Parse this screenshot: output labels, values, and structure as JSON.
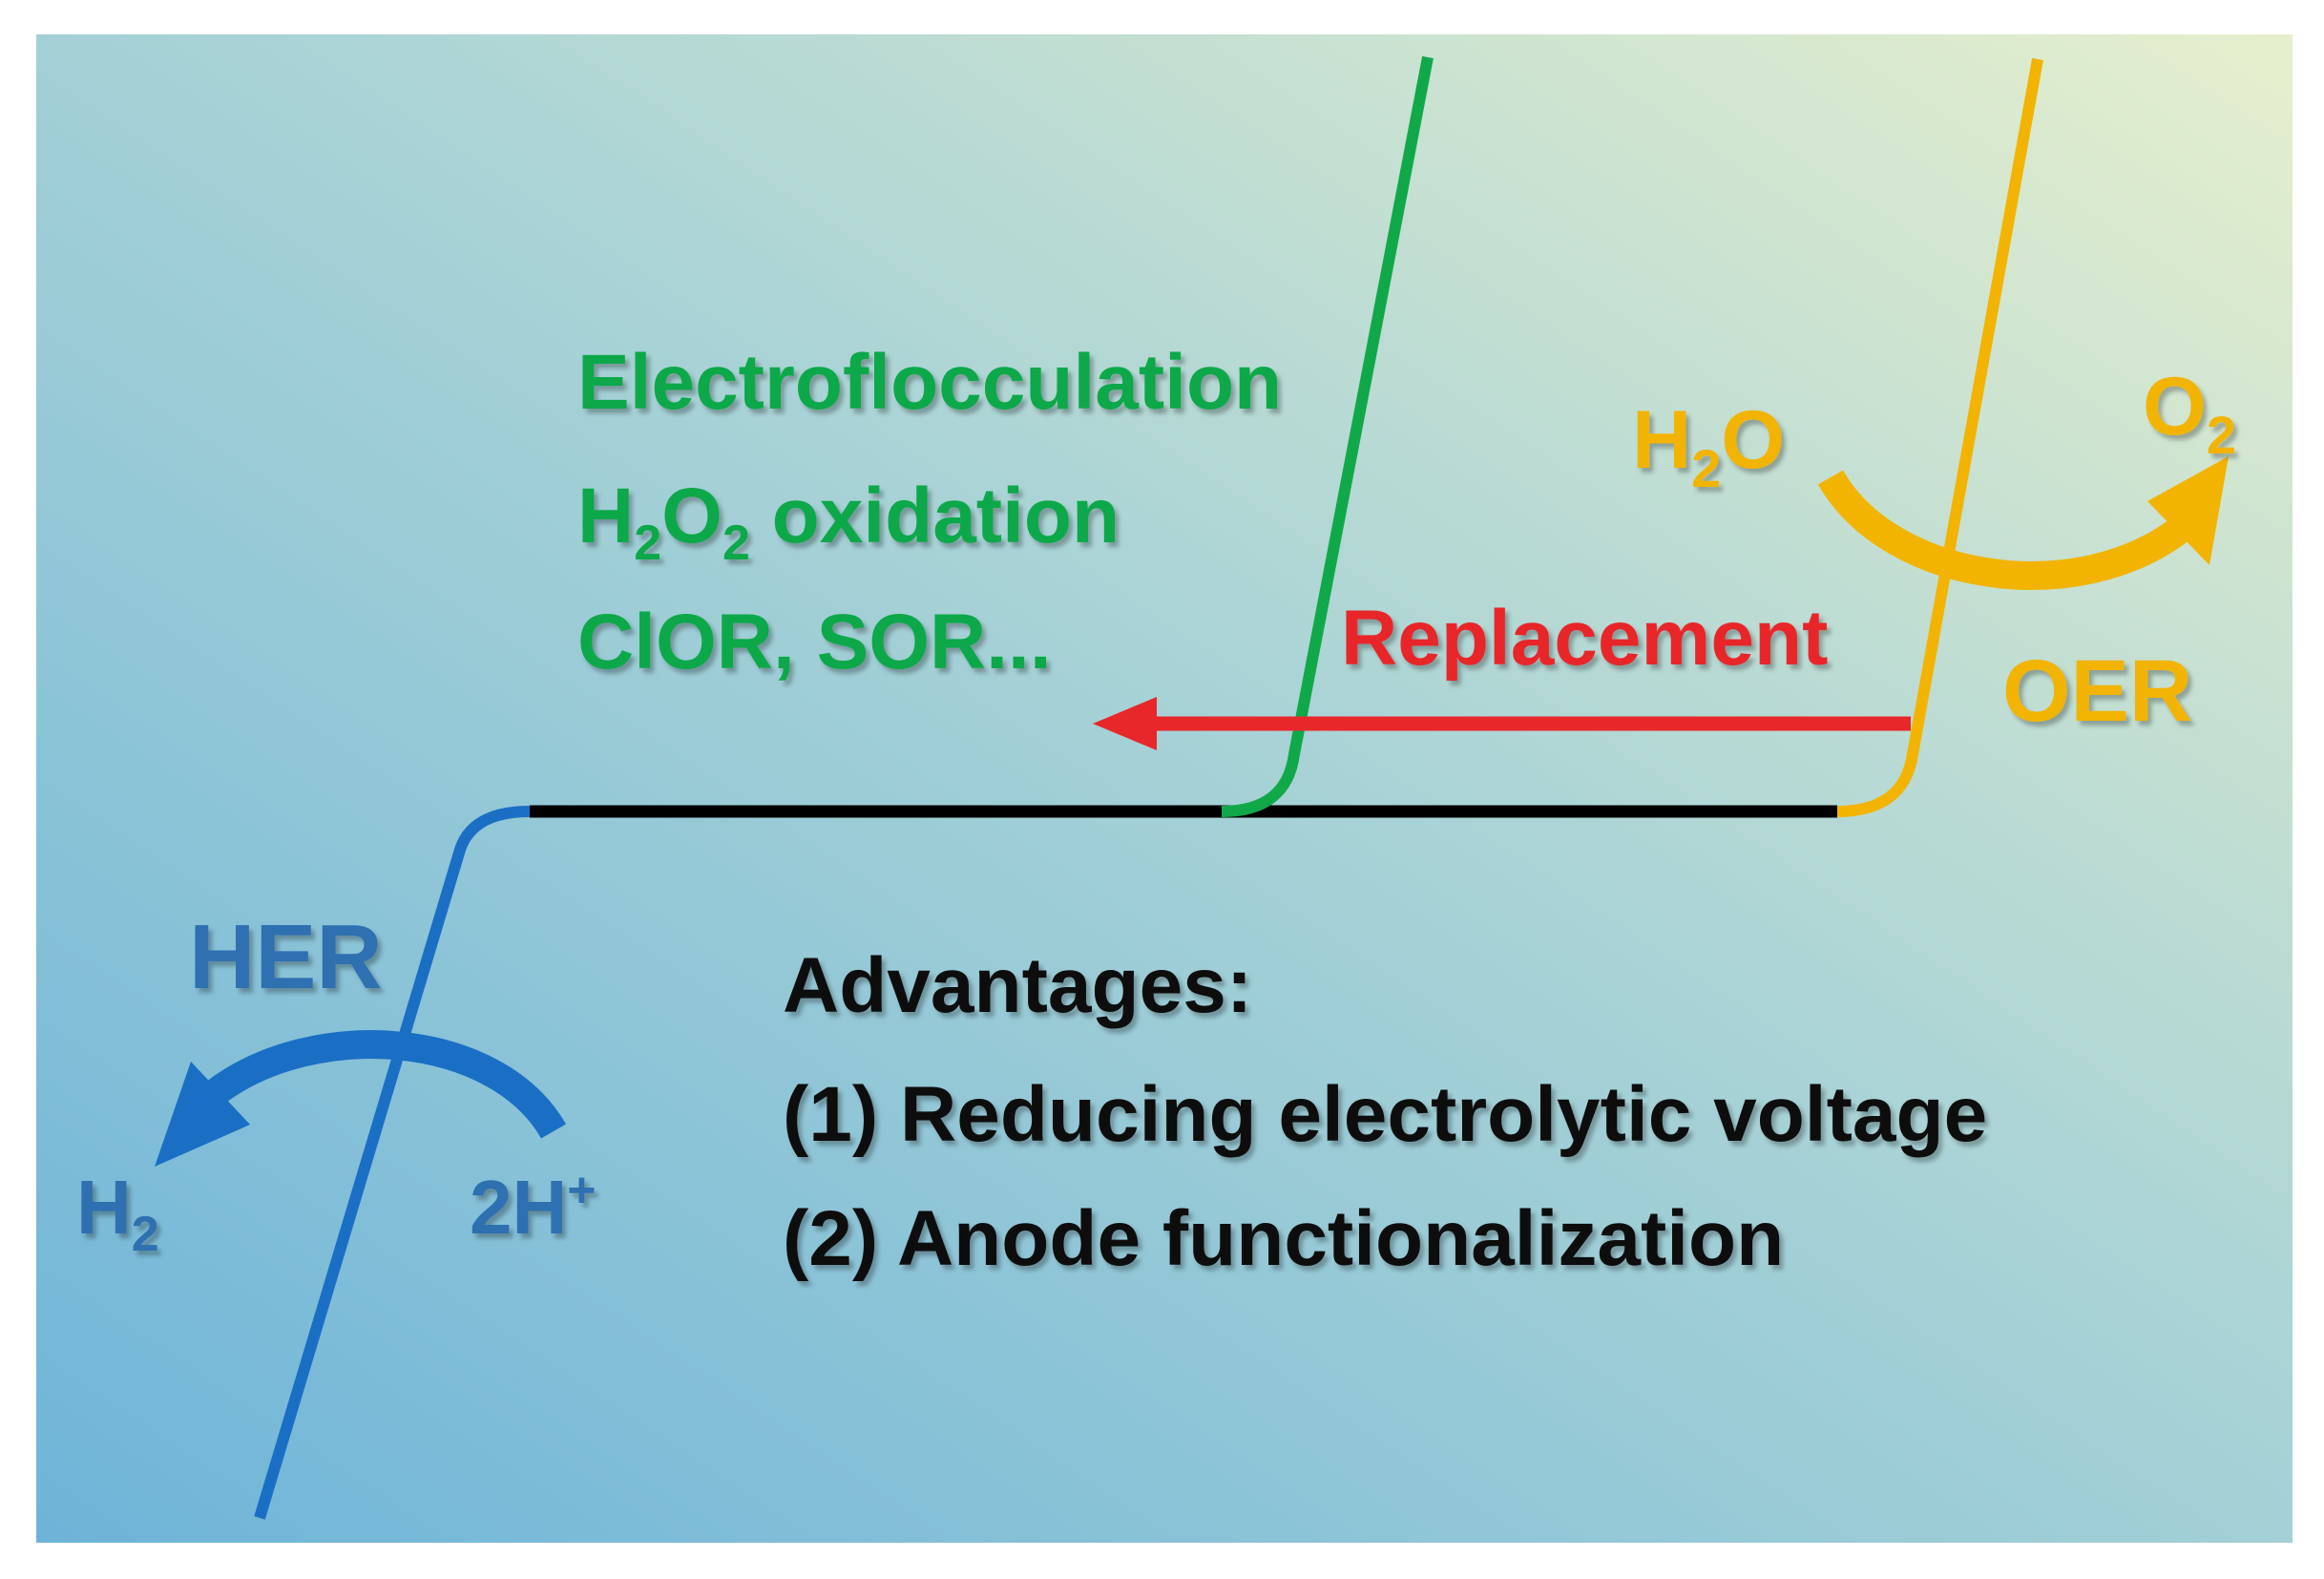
{
  "colors": {
    "background_top_right": "#e6efcd",
    "background_bottom_left": "#6eb4d8",
    "her": "#1a6fc4",
    "her_label": "#2e6fb0",
    "anode_alt": "#11a84a",
    "oer": "#f2b400",
    "replacement": "#e8272a",
    "baseline": "#000000",
    "text_dark": "#111111"
  },
  "her": {
    "label": "HER",
    "reactant": "2H",
    "reactant_sup": "+",
    "product": "H",
    "product_sub": "2"
  },
  "oer": {
    "label": "OER",
    "reactant": "H",
    "reactant_sub": "2",
    "reactant_tail": "O",
    "product": "O",
    "product_sub": "2"
  },
  "alternatives": {
    "line1": "Electroflocculation",
    "line2_a": "H",
    "line2_sub1": "2",
    "line2_b": "O",
    "line2_sub2": "2",
    "line2_c": " oxidation",
    "line3": "ClOR, SOR..."
  },
  "replacement": {
    "label": "Replacement"
  },
  "advantages": {
    "title": "Advantages:",
    "items": [
      "(1) Reducing electrolytic voltage",
      "(2) Anode functionalization"
    ]
  }
}
